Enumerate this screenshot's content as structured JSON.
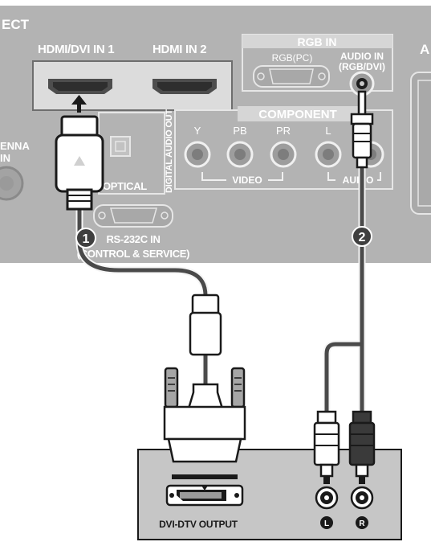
{
  "tv_panel": {
    "top_left_partial_text": "ECT",
    "right_partial_text": "A",
    "hdmi1_label": "HDMI/DVI IN 1",
    "hdmi2_label": "HDMI IN 2",
    "antenna_partial_line1": "ENNA",
    "antenna_partial_line2": "IN",
    "optical_label": "OPTICAL",
    "digital_audio_out_label": "DIGITAL AUDIO OUT",
    "rgb_in_title": "RGB IN",
    "rgb_pc_label": "RGB(PC)",
    "audio_in_line1": "AUDIO IN",
    "audio_in_line2": "(RGB/DVI)",
    "component_title": "COMPONENT",
    "component_y": "Y",
    "component_pb": "PB",
    "component_pr": "PR",
    "component_l": "L",
    "video_label": "VIDEO",
    "audio_label": "AUDIO",
    "rs232c_label": "RS-232C IN",
    "control_service_label": "(CONTROL & SERVICE)"
  },
  "steps": [
    {
      "number": "1"
    },
    {
      "number": "2"
    }
  ],
  "device": {
    "dvi_output_label": "DVI-DTV OUTPUT",
    "left_audio_marker": "L",
    "right_audio_marker": "R"
  },
  "colors": {
    "panel_gray": "#b3b3b3",
    "dark_port": "#555555",
    "cable": "#4a4a4a",
    "step_badge": "#3f3f3f",
    "device_gray": "#c6c6c6",
    "white": "#ffffff",
    "black": "#1a1a1a"
  }
}
